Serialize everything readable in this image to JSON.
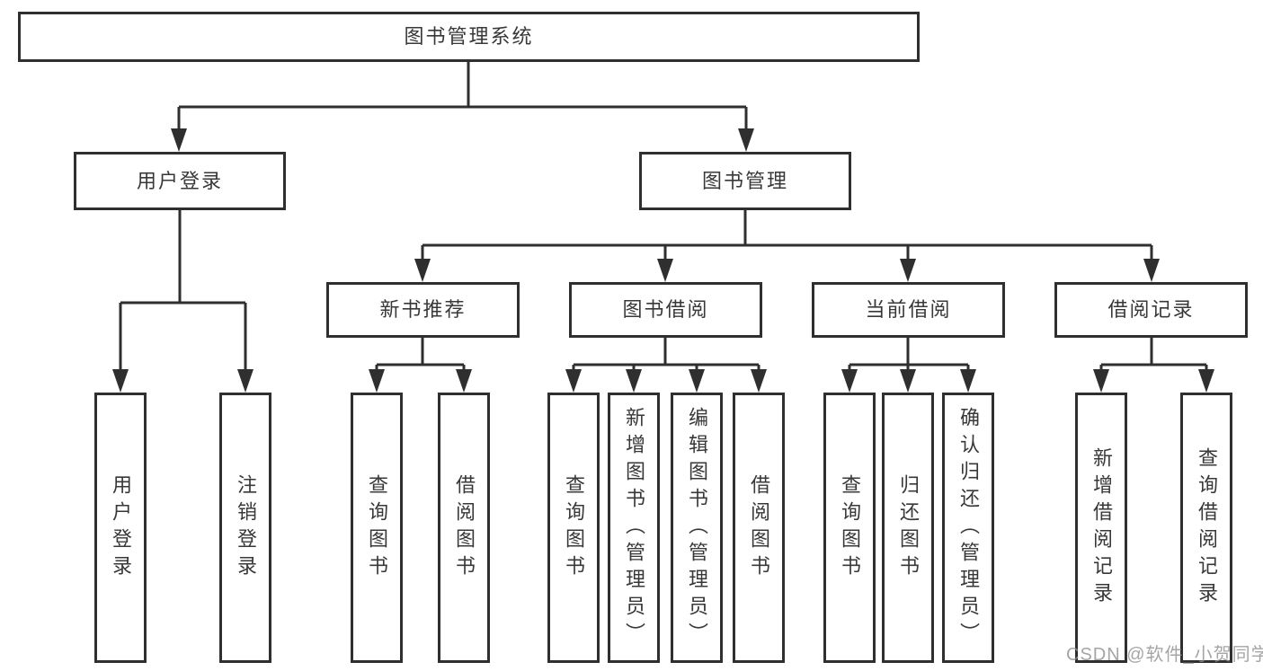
{
  "diagram_title": "图书管理系统",
  "tree": {
    "label": "图书管理系统",
    "children": [
      {
        "label": "用户登录",
        "children": [
          {
            "label": "用户登录"
          },
          {
            "label": "注销登录"
          }
        ]
      },
      {
        "label": "图书管理",
        "children": [
          {
            "label": "新书推荐",
            "children": [
              {
                "label": "查询图书"
              },
              {
                "label": "借阅图书"
              }
            ]
          },
          {
            "label": "图书借阅",
            "children": [
              {
                "label": "查询图书"
              },
              {
                "label": "新增图书（管理员）"
              },
              {
                "label": "编辑图书（管理员）"
              },
              {
                "label": "借阅图书"
              }
            ]
          },
          {
            "label": "当前借阅",
            "children": [
              {
                "label": "查询图书"
              },
              {
                "label": "归还图书"
              },
              {
                "label": "确认归还（管理员）"
              }
            ]
          },
          {
            "label": "借阅记录",
            "children": [
              {
                "label": "新增借阅记录"
              },
              {
                "label": "查询借阅记录"
              }
            ]
          }
        ]
      }
    ]
  },
  "watermark": "CSDN @软件_小贺同学",
  "colors": {
    "line": "#2f2f2f",
    "text": "#383838",
    "watermark": "#8f8f8f",
    "background": "#ffffff"
  }
}
